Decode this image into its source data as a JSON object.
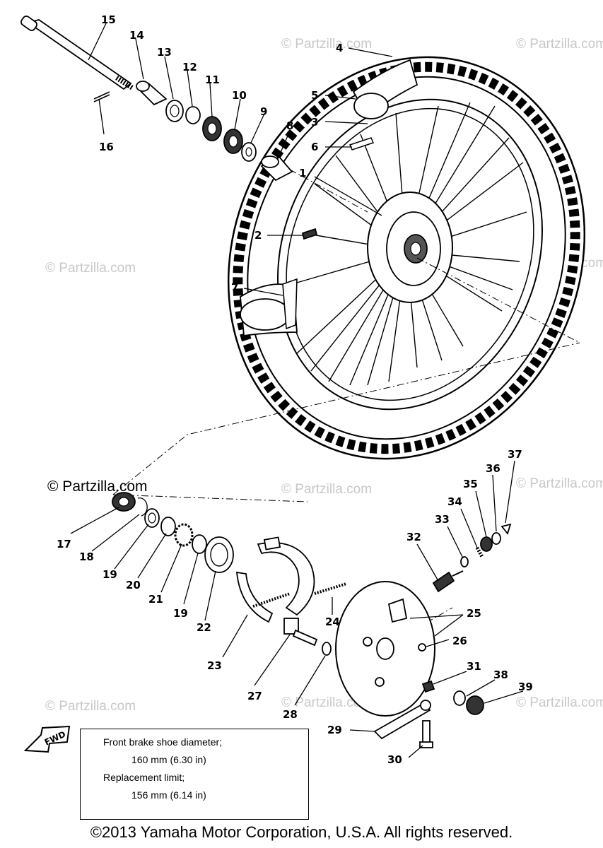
{
  "watermark": "© Partzilla.com",
  "watermark_prominent": "© Partzilla.com",
  "callouts": [
    "1",
    "2",
    "3",
    "4",
    "5",
    "6",
    "7",
    "8",
    "9",
    "10",
    "11",
    "12",
    "13",
    "14",
    "15",
    "16",
    "17",
    "18",
    "19",
    "20",
    "21",
    "19",
    "22",
    "23",
    "24",
    "25",
    "26",
    "27",
    "28",
    "29",
    "30",
    "31",
    "32",
    "33",
    "34",
    "35",
    "36",
    "37",
    "38",
    "39"
  ],
  "fwd_label": "FWD",
  "note": {
    "line1": "Front brake shoe diameter;",
    "line2": "160 mm (6.30 in)",
    "line3": "Replacement limit;",
    "line4": "156 mm (6.14 in)"
  },
  "copyright": "©2013 Yamaha Motor Corporation, U.S.A. All rights reserved."
}
